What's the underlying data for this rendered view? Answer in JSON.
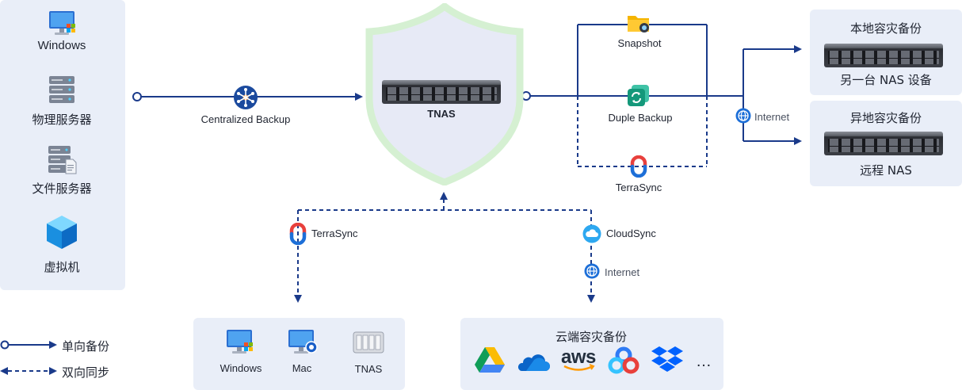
{
  "sources": [
    {
      "label": "Windows",
      "icon": "windows-pc-icon"
    },
    {
      "label": "物理服务器",
      "icon": "physical-server-icon"
    },
    {
      "label": "文件服务器",
      "icon": "file-server-icon"
    },
    {
      "label": "虚拟机",
      "icon": "virtual-machine-cube-icon"
    }
  ],
  "center": {
    "label": "TNAS"
  },
  "links": {
    "centralized_backup": "Centralized Backup",
    "snapshot": "Snapshot",
    "duple_backup": "Duple Backup",
    "terrasync_right": "TerraSync",
    "internet_right": "Internet",
    "terrasync_bottom": "TerraSync",
    "cloudsync": "CloudSync",
    "internet_bottom": "Internet"
  },
  "targets": [
    {
      "title": "本地容灾备份",
      "caption": "另一台 NAS 设备"
    },
    {
      "title": "异地容灾备份",
      "caption": "远程 NAS"
    }
  ],
  "sync_clients": [
    {
      "label": "Windows",
      "icon": "windows-pc-icon"
    },
    {
      "label": "Mac",
      "icon": "mac-icon"
    },
    {
      "label": "TNAS",
      "icon": "tnas-device-icon"
    }
  ],
  "cloud": {
    "title": "云端容灾备份",
    "providers": [
      "google-drive-icon",
      "onedrive-icon",
      "aws-icon",
      "baidu-netdisk-icon",
      "dropbox-icon"
    ],
    "aws_text": "aws",
    "more": "…"
  },
  "legend": [
    {
      "label": "单向备份",
      "style": "one-way-solid"
    },
    {
      "label": "双向同步",
      "style": "two-way-dashed"
    }
  ],
  "colors": {
    "line": "#1a3a8a",
    "panel": "#e9eef8",
    "shield": "#d8f0d6"
  }
}
